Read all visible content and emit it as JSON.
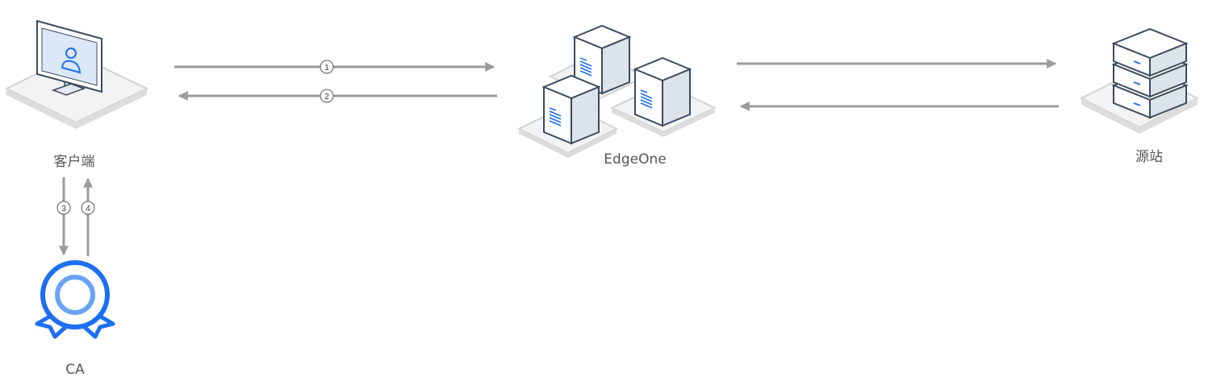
{
  "nodes": {
    "client": {
      "label": "客户端"
    },
    "edgeone": {
      "label": "EdgeOne"
    },
    "origin": {
      "label": "源站"
    },
    "ca": {
      "label": "CA"
    }
  },
  "steps": {
    "s1": "1",
    "s2": "2",
    "s3": "3",
    "s4": "4"
  },
  "colors": {
    "arrow": "#9b9b9b",
    "platform_fill": "#f3f3f3",
    "platform_stroke": "#d2d2d2",
    "device_stroke": "#3d4b5c",
    "screen_fill": "#dce8f8",
    "accent_blue": "#1c6ef2",
    "light_blue": "#6aa3f5"
  }
}
